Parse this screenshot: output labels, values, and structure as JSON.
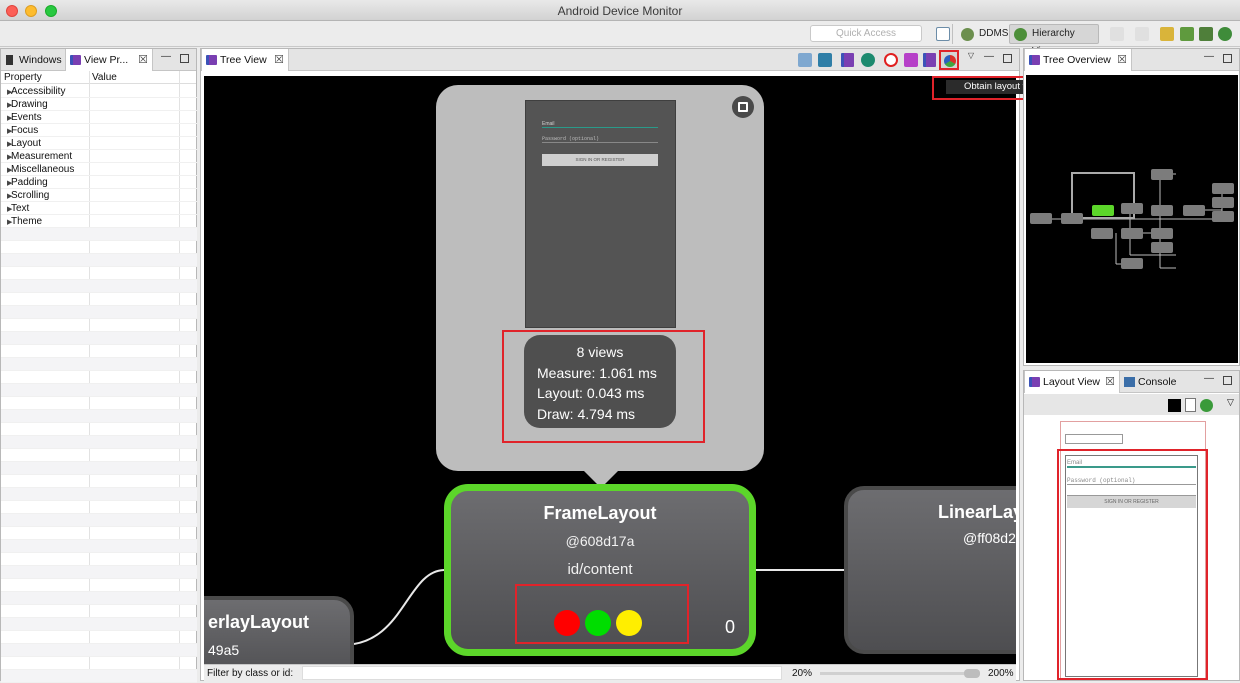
{
  "window": {
    "title": "Android Device Monitor"
  },
  "toolbar": {
    "quick_access_placeholder": "Quick Access",
    "perspectives": [
      {
        "label": "DDMS"
      },
      {
        "label": "Hierarchy View"
      }
    ]
  },
  "left_panel": {
    "tabs": [
      {
        "label": "Windows"
      },
      {
        "label": "View Pr..."
      }
    ],
    "columns": [
      "Property",
      "Value"
    ],
    "rows": [
      "Accessibility",
      "Drawing",
      "Events",
      "Focus",
      "Layout",
      "Measurement",
      "Miscellaneous",
      "Padding",
      "Scrolling",
      "Text",
      "Theme"
    ]
  },
  "tree_view": {
    "tab_label": "Tree View",
    "tooltip": "Obtain layout times for tree rooted at selected node",
    "preview": {
      "email_hint": "Email",
      "password_hint": "Password (optional)",
      "button_label": "SIGN IN OR REGISTER",
      "stats": {
        "views": "8 views",
        "measure": "Measure: 1.061 ms",
        "layout": "Layout: 0.043 ms",
        "draw": "Draw: 4.794 ms"
      }
    },
    "selected_node": {
      "name": "FrameLayout",
      "hash": "@608d17a",
      "id": "id/content",
      "index": "0",
      "indicator_colors": [
        "#ff0000",
        "#00dd00",
        "#ffee00"
      ]
    },
    "right_node": {
      "name": "LinearLay",
      "hash": "@ff08d2"
    },
    "left_node": {
      "name": "erlayLayout",
      "hash": "49a5"
    },
    "filter": {
      "label": "Filter by class or id:",
      "zoom_min": "20%",
      "zoom_max": "200%"
    }
  },
  "tree_overview": {
    "tab_label": "Tree Overview"
  },
  "layout_view": {
    "tabs": [
      {
        "label": "Layout View"
      },
      {
        "label": "Console"
      }
    ],
    "email_hint": "Email",
    "password_hint": "Password (optional)",
    "button_label": "SIGN IN OR REGISTER"
  },
  "highlight_color": "#e0232a",
  "selection_color": "#5cd62a"
}
